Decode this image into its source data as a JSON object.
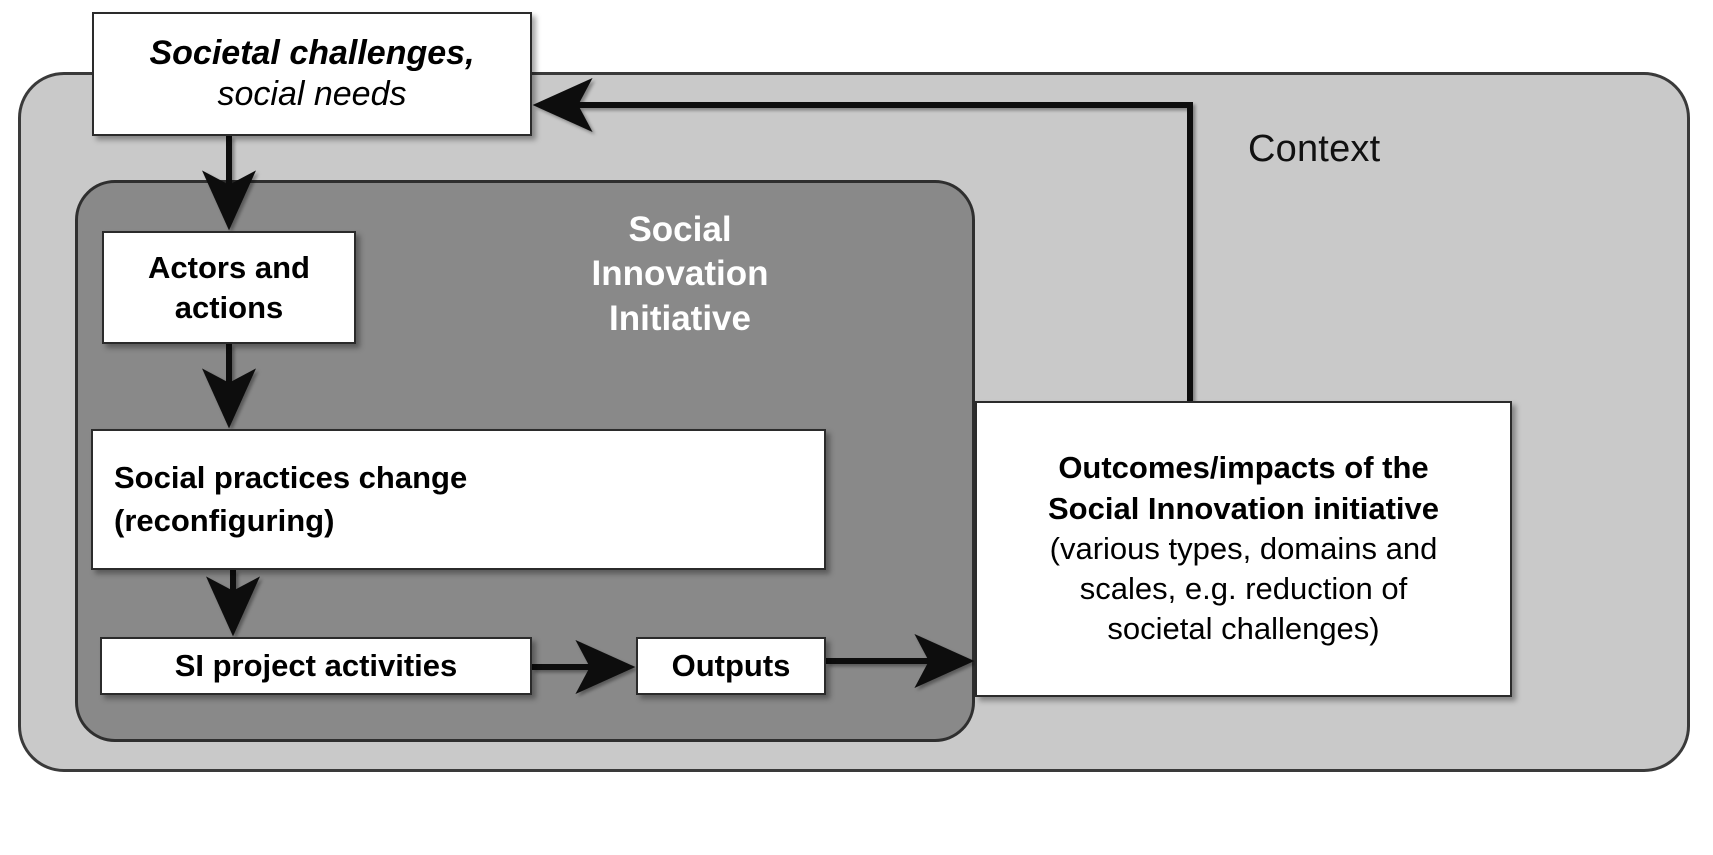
{
  "diagram": {
    "title": "Social Innovation Initiative process model",
    "context": {
      "label": "Context"
    },
    "initiative": {
      "label_line1": "Social",
      "label_line2": "Innovation",
      "label_line3": "Initiative"
    },
    "nodes": {
      "societal_challenges": {
        "line1": "Societal challenges,",
        "line2": "social needs"
      },
      "actors_and_actions": {
        "line1": "Actors and",
        "line2": "actions"
      },
      "social_practices_change": {
        "line1": "Social practices change",
        "line2": "(reconfiguring)"
      },
      "si_project_activities": {
        "line1": "SI project activities"
      },
      "outputs": {
        "line1": "Outputs"
      },
      "outcomes_impacts": {
        "line1": "Outcomes/impacts of the",
        "line2": "Social Innovation initiative",
        "line3": "(various types, domains and",
        "line4": "scales, e.g. reduction of",
        "line5": "societal challenges)"
      }
    },
    "edges": [
      {
        "name": "societal-to-actors",
        "from": "societal_challenges",
        "to": "actors_and_actions",
        "direction": "down"
      },
      {
        "name": "actors-to-practices",
        "from": "actors_and_actions",
        "to": "social_practices_change",
        "direction": "down"
      },
      {
        "name": "practices-to-activities",
        "from": "social_practices_change",
        "to": "si_project_activities",
        "direction": "down"
      },
      {
        "name": "activities-to-outputs",
        "from": "si_project_activities",
        "to": "outputs",
        "direction": "right"
      },
      {
        "name": "outputs-to-outcomes",
        "from": "outputs",
        "to": "outcomes_impacts",
        "direction": "right"
      },
      {
        "name": "outcomes-feedback-to-societal",
        "from": "outcomes_impacts",
        "to": "societal_challenges",
        "direction": "up-left"
      }
    ],
    "colors": {
      "context_fill": "#c9c9c9",
      "initiative_fill": "#898989",
      "node_fill": "#ffffff",
      "stroke": "#2b2b2b",
      "initiative_text": "#ffffff",
      "text": "#000000"
    }
  }
}
